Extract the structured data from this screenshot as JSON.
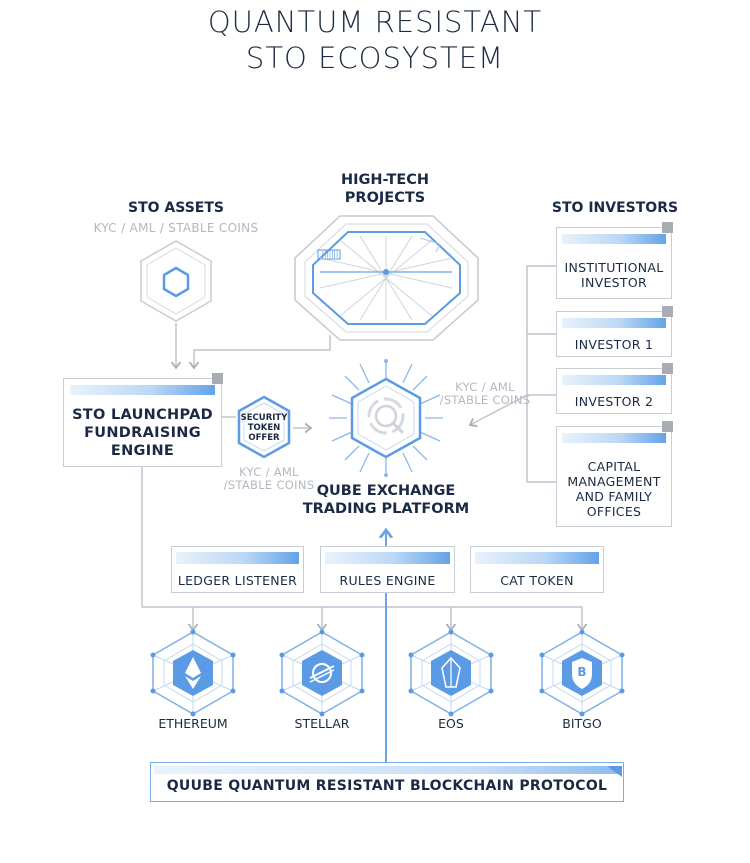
{
  "title": {
    "line1": "QUANTUM RESISTANT",
    "line2": "STO ECOSYSTEM"
  },
  "sto_assets": {
    "title": "STO ASSETS",
    "subtitle": "KYC / AML / STABLE COINS"
  },
  "high_tech": {
    "line1": "HIGH-TECH",
    "line2": "PROJECTS"
  },
  "sto_investors": {
    "title": "STO INVESTORS"
  },
  "investors": {
    "institutional": {
      "line1": "INSTITUTIONAL",
      "line2": "INVESTOR"
    },
    "investor1": "INVESTOR 1",
    "investor2": "INVESTOR 2",
    "capital": {
      "line1": "CAPITAL",
      "line2": "MANAGEMENT",
      "line3": "AND FAMILY",
      "line4": "OFFICES"
    }
  },
  "launchpad": {
    "line1": "STO LAUNCHPAD",
    "line2": "FUNDRAISING",
    "line3": "ENGINE"
  },
  "security_token": {
    "line1": "SECURITY",
    "line2": "TOKEN",
    "line3": "OFFER"
  },
  "kyc_left": {
    "line1": "KYC / AML",
    "line2": "/STABLE COINS"
  },
  "kyc_right": {
    "line1": "KYC / AML",
    "line2": "/STABLE COINS"
  },
  "exchange": {
    "line1": "QUBE EXCHANGE",
    "line2": "TRADING PLATFORM"
  },
  "modules": {
    "ledger": "LEDGER LISTENER",
    "rules": "RULES ENGINE",
    "cat": "CAT TOKEN"
  },
  "chains": {
    "ethereum": "ETHEREUM",
    "stellar": "STELLAR",
    "eos": "EOS",
    "bitgo": "BITGO"
  },
  "chain_symbols": {
    "bitgo": "B"
  },
  "protocol": "QUUBE QUANTUM RESISTANT BLOCKCHAIN PROTOCOL",
  "hud_text": "|||||||",
  "colors": {
    "accent": "#5b9be5",
    "dark": "#1b2a44",
    "line": "#b9bfc7",
    "gray": "#b3b8c0"
  }
}
